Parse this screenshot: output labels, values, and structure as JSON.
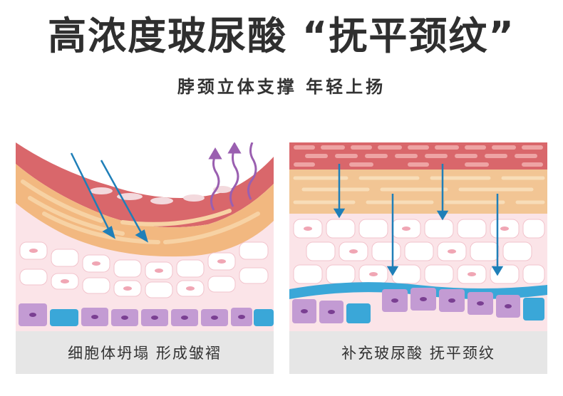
{
  "header": {
    "title": "高浓度玻尿酸 “抚平颈纹”",
    "subtitle": "脖颈立体支撑 年轻上扬"
  },
  "panels": [
    {
      "caption": "细胞体坍塌 形成皱褶"
    },
    {
      "caption": "补充玻尿酸 抚平颈纹"
    }
  ],
  "colors": {
    "arrow": "#1f7fb8",
    "steam": "#9a5fb0",
    "skin_top": "#d9676b",
    "fat": "#f2b880",
    "cell_pink": "#f7d3da",
    "basal_purple": "#c39bd3",
    "basal_blue": "#3aa7d8"
  }
}
